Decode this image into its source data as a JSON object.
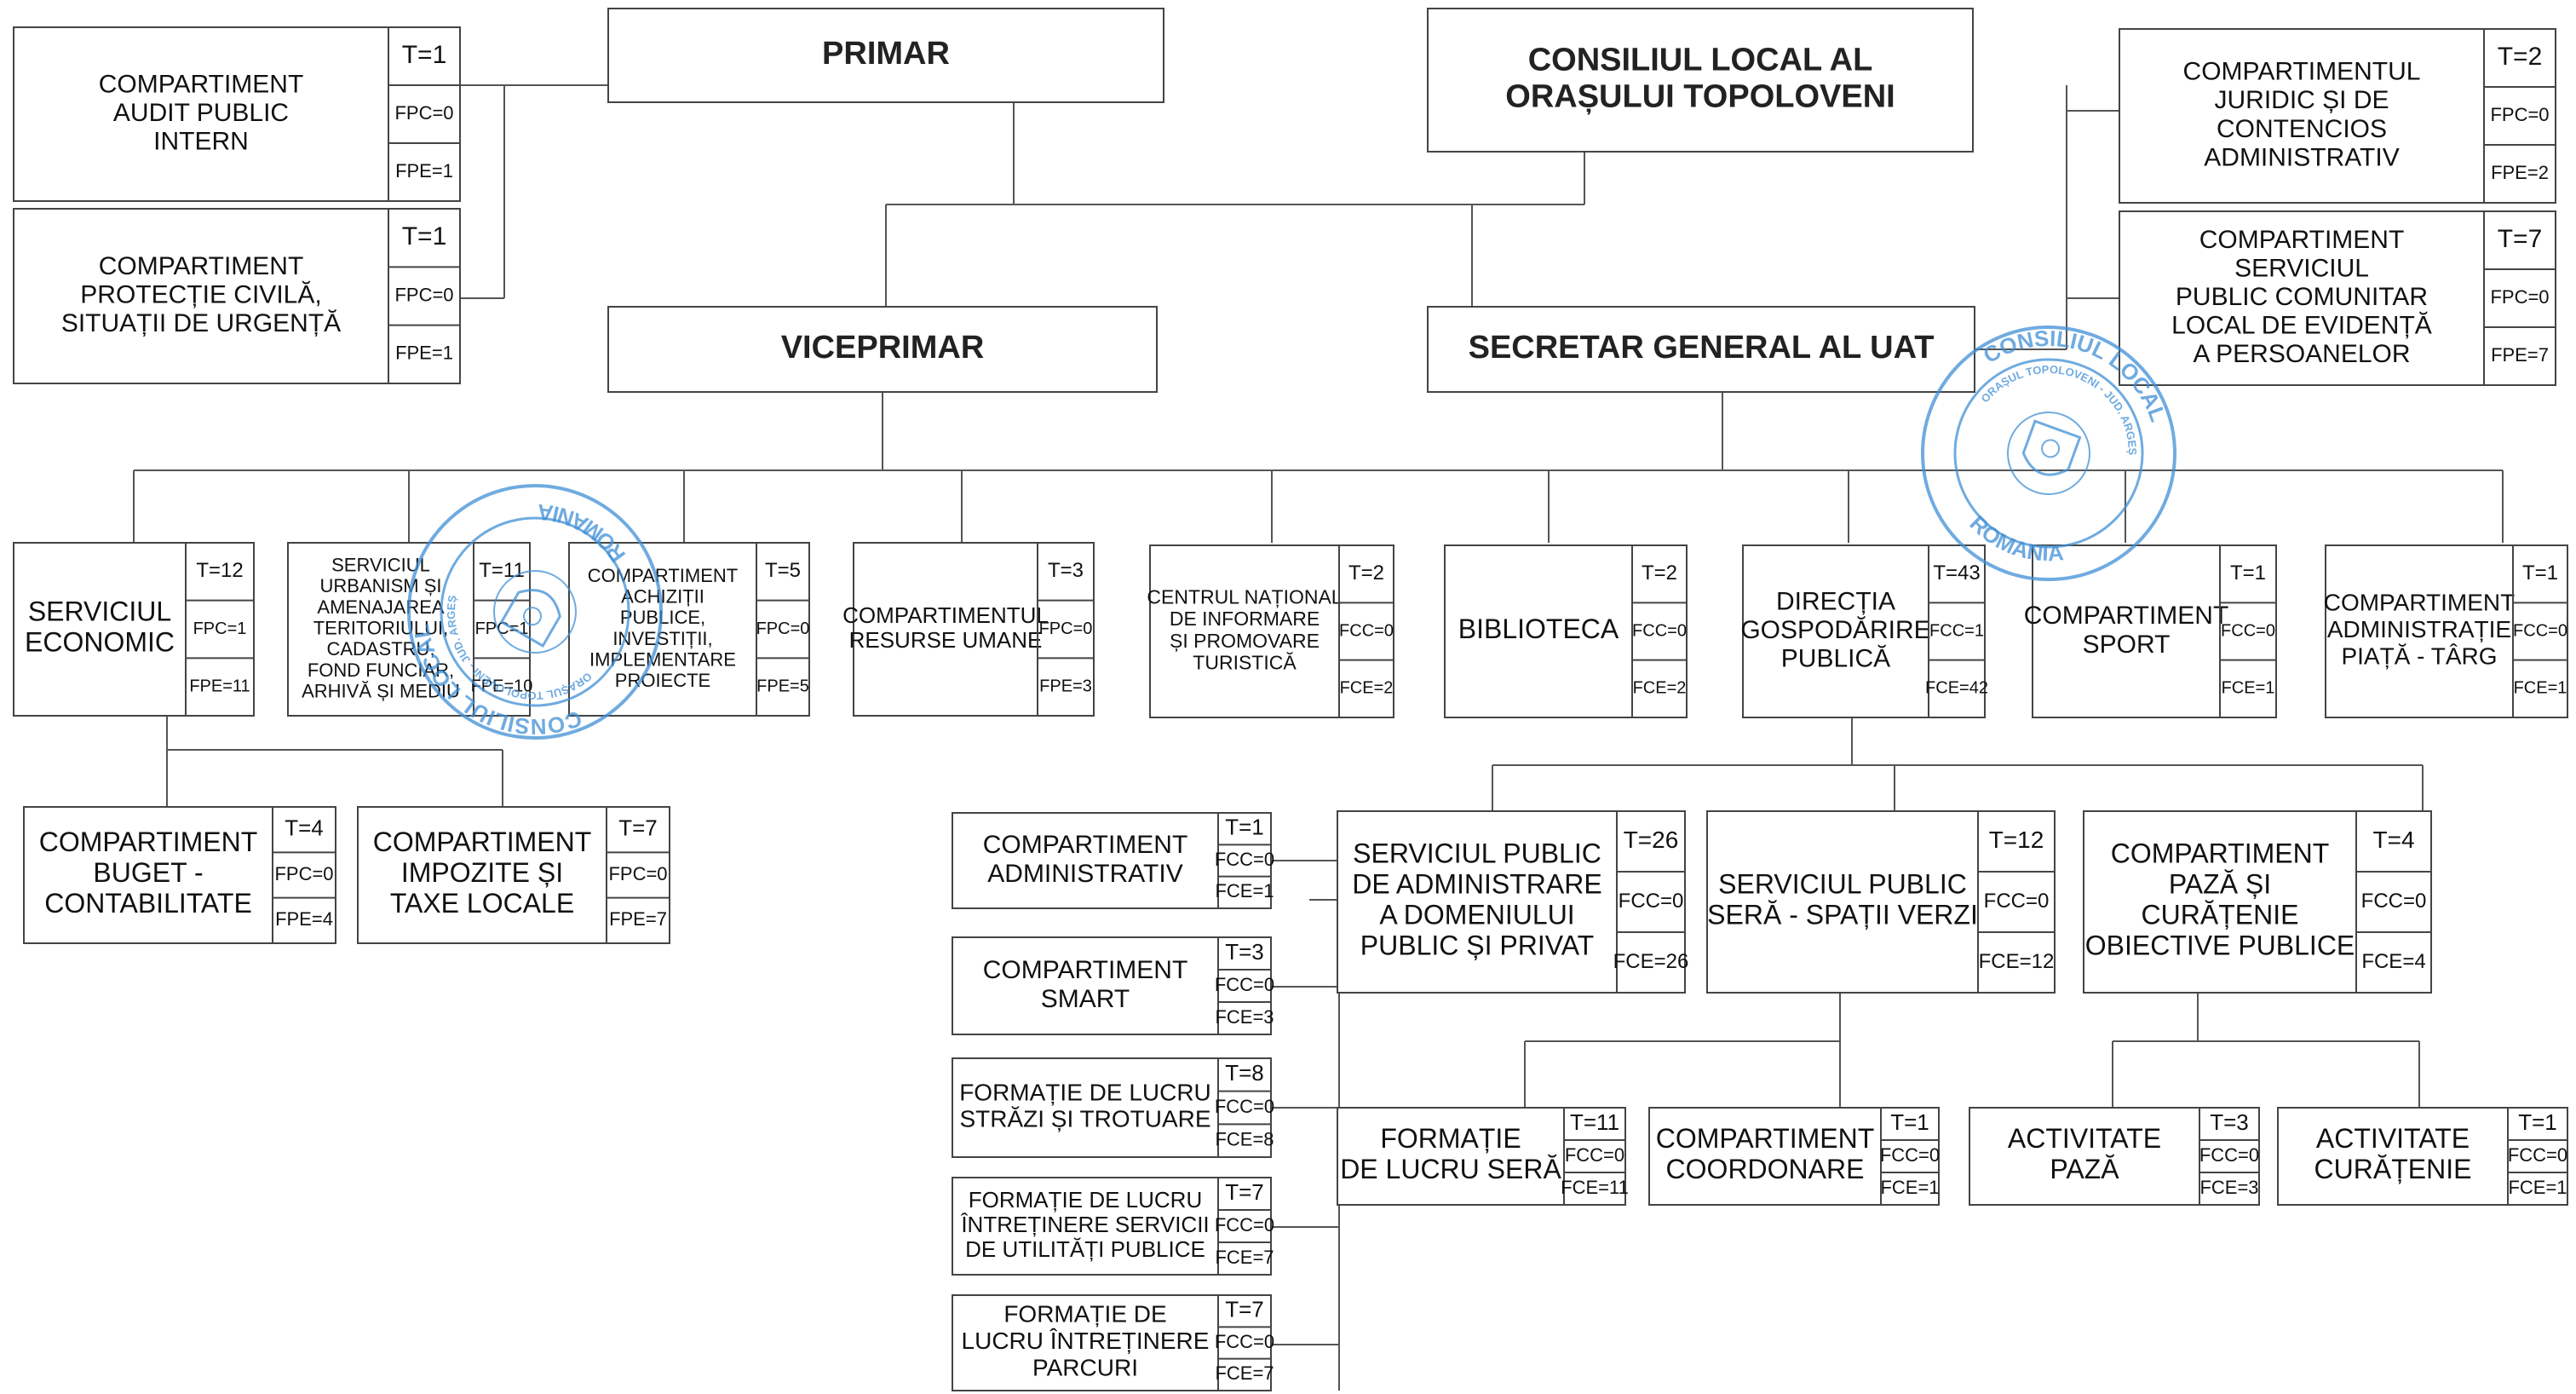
{
  "stamp": {
    "top_text": "CONSILIUL LOCAL",
    "inner_text": "ORAȘUL TOPOLOVENI - JUD. ARGEȘ",
    "bottom_text": "ROMANIA",
    "color": "#3f8fd6"
  },
  "units": {
    "primar": {
      "label": "PRIMAR"
    },
    "consiliu": {
      "label": "CONSILIUL LOCAL AL\nORAȘULUI TOPOLOVENI"
    },
    "viceprimar": {
      "label": "VICEPRIMAR"
    },
    "secretar": {
      "label": "SECRETAR GENERAL AL UAT"
    },
    "audit": {
      "label": "COMPARTIMENT\nAUDIT PUBLIC\nINTERN",
      "stats": [
        "T=1",
        "FPC=0",
        "FPE=1"
      ]
    },
    "protectie": {
      "label": "COMPARTIMENT\nPROTECȚIE CIVILĂ,\nSITUAȚII DE URGENȚĂ",
      "stats": [
        "T=1",
        "FPC=0",
        "FPE=1"
      ]
    },
    "juridic": {
      "label": "COMPARTIMENTUL\nJURIDIC ȘI DE\nCONTENCIOS\nADMINISTRATIV",
      "stats": [
        "T=2",
        "FPC=0",
        "FPE=2"
      ]
    },
    "evidenta": {
      "label": "COMPARTIMENT\nSERVICIUL\nPUBLIC COMUNITAR\nLOCAL DE EVIDENȚĂ\nA PERSOANELOR",
      "stats": [
        "T=7",
        "FPC=0",
        "FPE=7"
      ]
    },
    "economic": {
      "label": "SERVICIUL\nECONOMIC",
      "stats": [
        "T=12",
        "FPC=1",
        "FPE=11"
      ]
    },
    "urbanism": {
      "label": "SERVICIUL\nURBANISM ȘI\nAMENAJAREA\nTERITORIULUI,\nCADASTRU,\nFOND FUNCIAR,\nARHIVĂ ȘI MEDIU",
      "stats": [
        "T=11",
        "FPC=1",
        "FPE=10"
      ]
    },
    "achizitii": {
      "label": "COMPARTIMENT\nACHIZIȚII\nPUBLICE,\nINVESTIȚII,\nIMPLEMENTARE\nPROIECTE",
      "stats": [
        "T=5",
        "FPC=0",
        "FPE=5"
      ]
    },
    "resurse": {
      "label": "COMPARTIMENTUL\nRESURSE UMANE",
      "stats": [
        "T=3",
        "FPC=0",
        "FPE=3"
      ]
    },
    "turism": {
      "label": "CENTRUL NAȚIONAL\nDE INFORMARE\nȘI PROMOVARE\nTURISTICĂ",
      "stats": [
        "T=2",
        "FCC=0",
        "FCE=2"
      ]
    },
    "biblioteca": {
      "label": "BIBLIOTECA",
      "stats": [
        "T=2",
        "FCC=0",
        "FCE=2"
      ]
    },
    "directia": {
      "label": "DIRECȚIA\nGOSPODĂRIRE\nPUBLICĂ",
      "stats": [
        "T=43",
        "FCC=1",
        "FCE=42"
      ]
    },
    "sport": {
      "label": "COMPARTIMENT\nSPORT",
      "stats": [
        "T=1",
        "FCC=0",
        "FCE=1"
      ]
    },
    "piata": {
      "label": "COMPARTIMENT\nADMINISTRAȚIE\nPIAȚĂ - TÂRG",
      "stats": [
        "T=1",
        "FCC=0",
        "FCE=1"
      ]
    },
    "buget": {
      "label": "COMPARTIMENT\nBUGET -\nCONTABILITATE",
      "stats": [
        "T=4",
        "FPC=0",
        "FPE=4"
      ]
    },
    "impozite": {
      "label": "COMPARTIMENT\nIMPOZITE ȘI\nTAXE LOCALE",
      "stats": [
        "T=7",
        "FPC=0",
        "FPE=7"
      ]
    },
    "administrativ": {
      "label": "COMPARTIMENT\nADMINISTRATIV",
      "stats": [
        "T=1",
        "FCC=0",
        "FCE=1"
      ]
    },
    "smart": {
      "label": "COMPARTIMENT\nSMART",
      "stats": [
        "T=3",
        "FCC=0",
        "FCE=3"
      ]
    },
    "strazi": {
      "label": "FORMAȚIE DE LUCRU\nSTRĂZI ȘI TROTUARE",
      "stats": [
        "T=8",
        "FCC=0",
        "FCE=8"
      ]
    },
    "utilitati": {
      "label": "FORMAȚIE DE LUCRU\nÎNTREȚINERE SERVICII\nDE UTILITĂȚI PUBLICE",
      "stats": [
        "T=7",
        "FCC=0",
        "FCE=7"
      ]
    },
    "parcuri": {
      "label": "FORMAȚIE DE\nLUCRU ÎNTREȚINERE\nPARCURI",
      "stats": [
        "T=7",
        "FCC=0",
        "FCE=7"
      ]
    },
    "domeniu": {
      "label": "SERVICIUL PUBLIC\nDE ADMINISTRARE\nA DOMENIULUI\nPUBLIC ȘI PRIVAT",
      "stats": [
        "T=26",
        "FCC=0",
        "FCE=26"
      ]
    },
    "sera": {
      "label": "SERVICIUL PUBLIC\nSERĂ - SPAȚII VERZI",
      "stats": [
        "T=12",
        "FCC=0",
        "FCE=12"
      ]
    },
    "paza": {
      "label": "COMPARTIMENT\nPAZĂ ȘI\nCURĂȚENIE\nOBIECTIVE PUBLICE",
      "stats": [
        "T=4",
        "FCC=0",
        "FCE=4"
      ]
    },
    "formatie_sera": {
      "label": "FORMAȚIE\nDE LUCRU SERĂ",
      "stats": [
        "T=11",
        "FCC=0",
        "FCE=11"
      ]
    },
    "coordonare": {
      "label": "COMPARTIMENT\nCOORDONARE",
      "stats": [
        "T=1",
        "FCC=0",
        "FCE=1"
      ]
    },
    "act_paza": {
      "label": "ACTIVITATE\nPAZĂ",
      "stats": [
        "T=3",
        "FCC=0",
        "FCE=3"
      ]
    },
    "act_curatenie": {
      "label": "ACTIVITATE\nCURĂȚENIE",
      "stats": [
        "T=1",
        "FCC=0",
        "FCE=1"
      ]
    }
  }
}
